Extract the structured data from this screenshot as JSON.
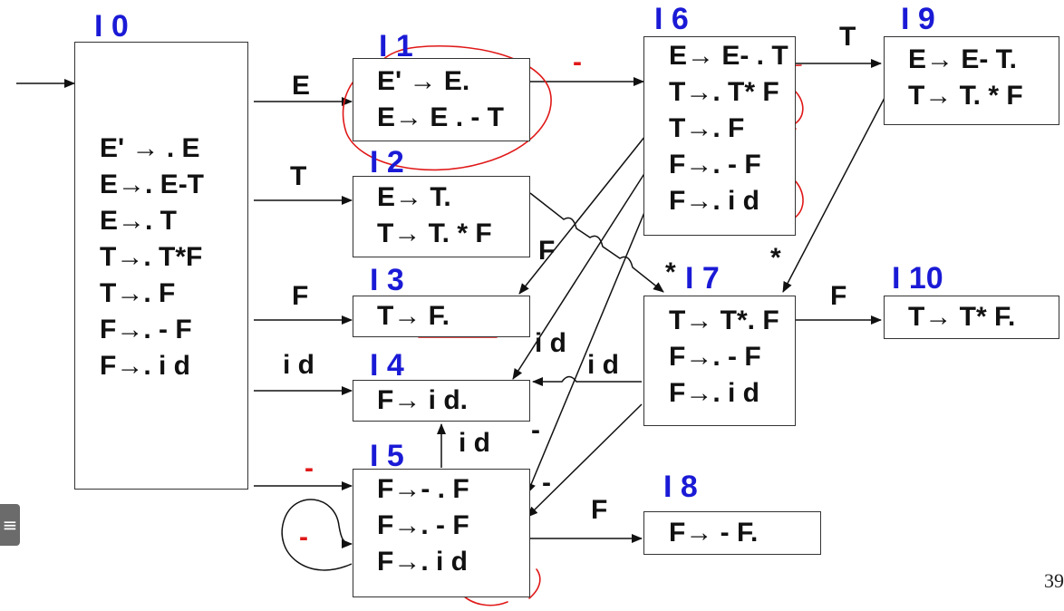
{
  "diagram": {
    "states": [
      {
        "id": "I0",
        "label": "I 0",
        "items": [
          "E' → . E",
          "E→. E-T",
          "E→. T",
          "T→. T*F",
          "T→. F",
          "F→. - F",
          "F→. i d"
        ]
      },
      {
        "id": "I1",
        "label": "I 1",
        "items": [
          "E' → E.",
          "E→ E . - T"
        ]
      },
      {
        "id": "I2",
        "label": "I 2",
        "items": [
          "E→ T.",
          "T→ T. * F"
        ]
      },
      {
        "id": "I3",
        "label": "I 3",
        "items": [
          "T→ F."
        ]
      },
      {
        "id": "I4",
        "label": "I 4",
        "items": [
          "F→ i d."
        ]
      },
      {
        "id": "I5",
        "label": "I 5",
        "items": [
          "F→- . F",
          "F→. - F",
          "F→. i d"
        ]
      },
      {
        "id": "I6",
        "label": "I 6",
        "items": [
          "E→ E- . T",
          "T→. T* F",
          "T→. F",
          "F→. - F",
          "F→. i d"
        ]
      },
      {
        "id": "I7",
        "label": "I 7",
        "items": [
          "T→ T*. F",
          "F→. - F",
          "F→. i d"
        ]
      },
      {
        "id": "I8",
        "label": "I 8",
        "items": [
          "F→ - F."
        ]
      },
      {
        "id": "I9",
        "label": "I 9",
        "items": [
          "E→ E- T.",
          "T→ T. * F"
        ]
      },
      {
        "id": "I10",
        "label": "I 10",
        "items": [
          "T→ T* F."
        ]
      }
    ],
    "edges": [
      {
        "from": "I0",
        "to": "I1",
        "symbol": "E"
      },
      {
        "from": "I0",
        "to": "I2",
        "symbol": "T"
      },
      {
        "from": "I0",
        "to": "I3",
        "symbol": "F"
      },
      {
        "from": "I0",
        "to": "I4",
        "symbol": "i d"
      },
      {
        "from": "I0",
        "to": "I5",
        "symbol": "-"
      },
      {
        "from": "I1",
        "to": "I6",
        "symbol": "-"
      },
      {
        "from": "I2",
        "to": "I7",
        "symbol": "*"
      },
      {
        "from": "I5",
        "to": "I5",
        "symbol": "-"
      },
      {
        "from": "I5",
        "to": "I4",
        "symbol": "i d"
      },
      {
        "from": "I5",
        "to": "I8",
        "symbol": "F"
      },
      {
        "from": "I6",
        "to": "I9",
        "symbol": "T"
      },
      {
        "from": "I6",
        "to": "I3",
        "symbol": "F"
      },
      {
        "from": "I6",
        "to": "I4",
        "symbol": "i d"
      },
      {
        "from": "I6",
        "to": "I5",
        "symbol": "-"
      },
      {
        "from": "I7",
        "to": "I10",
        "symbol": "F"
      },
      {
        "from": "I7",
        "to": "I4",
        "symbol": "i d"
      },
      {
        "from": "I7",
        "to": "I5",
        "symbol": "-"
      },
      {
        "from": "I9",
        "to": "I7",
        "symbol": "*"
      }
    ],
    "colors": {
      "state_label": "#1a1ad6",
      "annotation": "#e01818",
      "line": "#111111"
    }
  },
  "page": {
    "number": "39"
  },
  "overlay": {
    "icon": "menu-icon"
  }
}
